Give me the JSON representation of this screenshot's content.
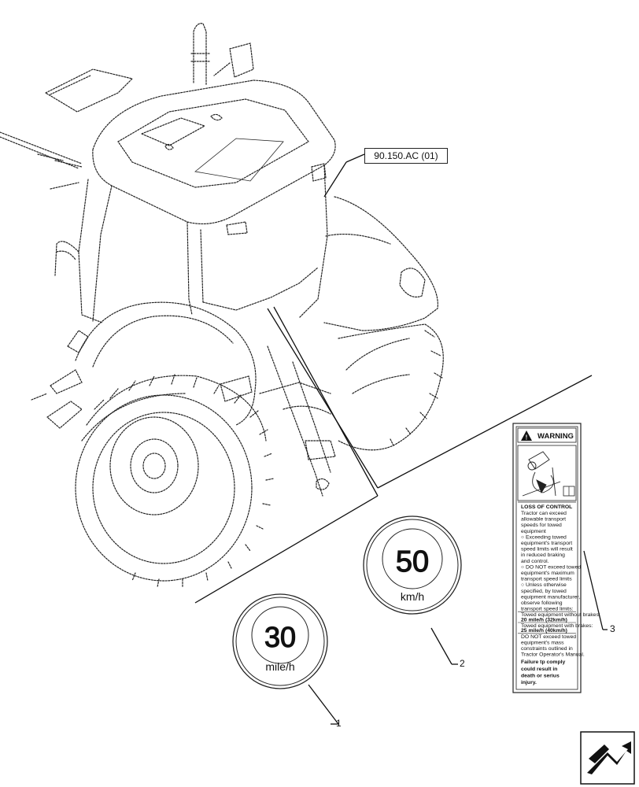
{
  "reference_tag": "90.150.AC (01)",
  "callouts": [
    "1",
    "2",
    "3"
  ],
  "sign_30": {
    "number": "30",
    "unit": "mile/h"
  },
  "sign_50": {
    "number": "50",
    "unit": "km/h"
  },
  "warning_decal": {
    "header": "WARNING",
    "title": "LOSS OF CONTROL",
    "lines": [
      "Tractor can exceed",
      "allowable transport",
      "speeds for towed",
      "equipment",
      "○ Exceeding towed",
      "equipment's transport",
      "speed limits will result",
      "in reduced braking",
      "and control.",
      "○ DO NOT exceed towed",
      "equipment's maximum",
      "transport speed limits",
      "○ Unless otherwise",
      "specified, by towed",
      "equipment manufacturer,",
      "observe following",
      "transport speed limits:",
      "Towed equipment without brakes:",
      "20 mile/h (32km/h)",
      "Towed equipment with brakes:",
      "25 mile/h (40km/h)",
      "DO NOT exceed towed",
      "equipment's mass",
      "constraints outlined in",
      "Tractor Operator's Manual.",
      "Failure tp comply",
      "could result in",
      "death or serius",
      "injury."
    ]
  },
  "nav_icon": "next-page-arrow-icon"
}
